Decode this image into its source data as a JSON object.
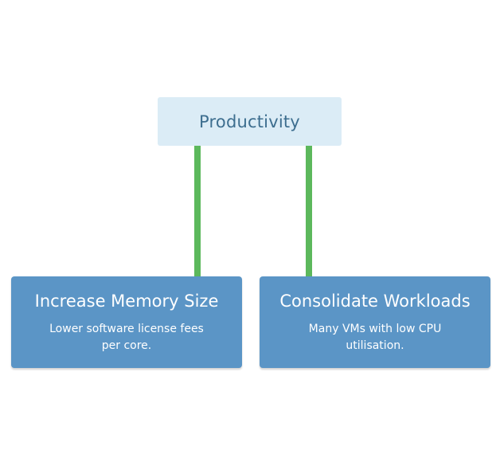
{
  "colors": {
    "root_fill": "#dbecf6",
    "root_text": "#3d6e8f",
    "connector": "#5cb85c",
    "child_fill": "#5b95c6",
    "child_text": "#ffffff"
  },
  "root": {
    "label": "Productivity"
  },
  "children": [
    {
      "title": "Increase Memory Size",
      "description": "Lower software license fees per core."
    },
    {
      "title": "Consolidate Workloads",
      "description": "Many VMs with low CPU utilisation."
    }
  ]
}
